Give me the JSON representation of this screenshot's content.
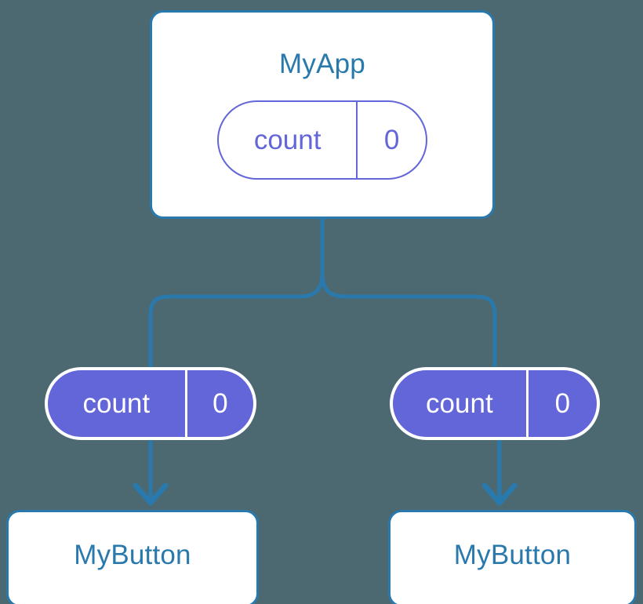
{
  "diagram": {
    "title_hidden": "",
    "background_color": "#4c6971",
    "accent_blue": "#2a79ad",
    "accent_purple": "#6366d8",
    "white": "#ffffff",
    "root": {
      "component_name": "MyApp",
      "state": {
        "key": "count",
        "value": "0"
      }
    },
    "branches": [
      {
        "prop": {
          "key": "count",
          "value": "0"
        },
        "component_name": "MyButton"
      },
      {
        "prop": {
          "key": "count",
          "value": "0"
        },
        "component_name": "MyButton"
      }
    ],
    "connectors": {
      "trunk_label": "",
      "left_branch_label": "",
      "right_branch_label": ""
    }
  }
}
